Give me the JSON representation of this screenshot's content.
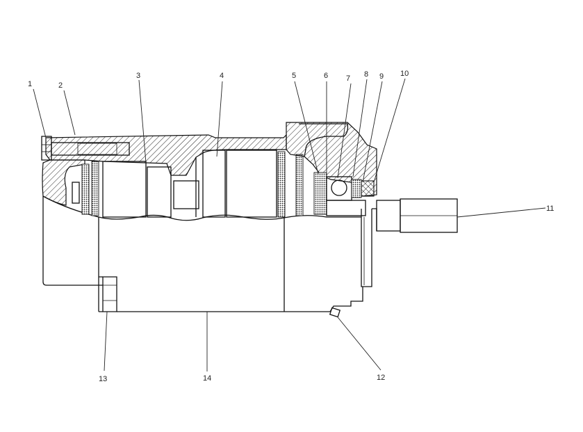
{
  "drawing": {
    "callouts": [
      {
        "label": "1"
      },
      {
        "label": "2"
      },
      {
        "label": "3"
      },
      {
        "label": "4"
      },
      {
        "label": "5"
      },
      {
        "label": "6"
      },
      {
        "label": "7"
      },
      {
        "label": "8"
      },
      {
        "label": "9"
      },
      {
        "label": "10"
      },
      {
        "label": "11"
      },
      {
        "label": "12"
      },
      {
        "label": "13"
      },
      {
        "label": "14"
      }
    ]
  }
}
